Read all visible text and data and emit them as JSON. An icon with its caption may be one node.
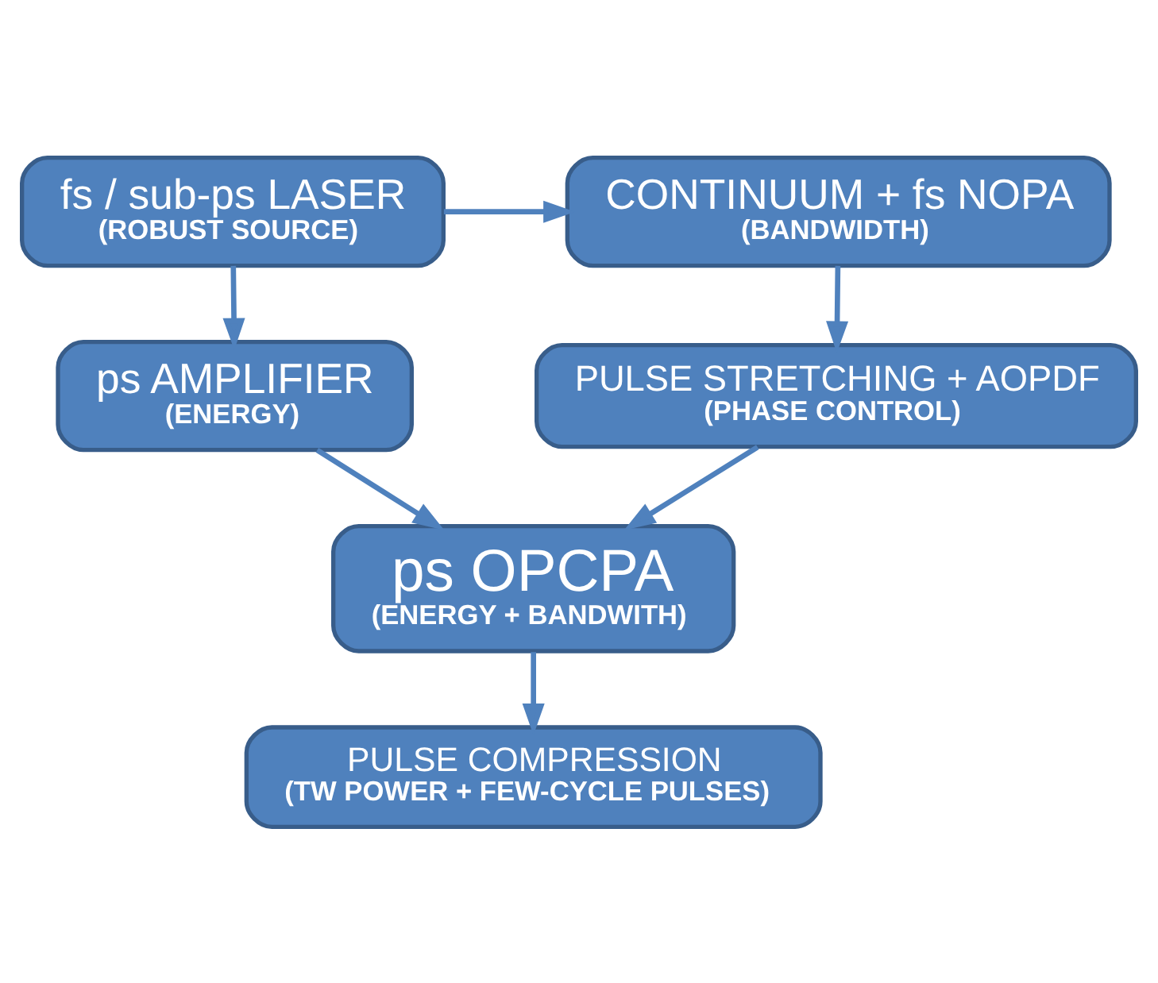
{
  "diagram": {
    "nodes": [
      {
        "text": [
          "fs / sub-ps LASER",
          "(ROBUST SOURCE)"
        ]
      },
      {
        "text": [
          "CONTINUUM + fs NOPA",
          "(BANDWIDTH)"
        ]
      },
      {
        "text": [
          "ps AMPLIFIER",
          "(ENERGY)"
        ]
      },
      {
        "text": [
          "PULSE STRETCHING + AOPDF",
          "(PHASE CONTROL)"
        ]
      },
      {
        "text": [
          "ps OPCPA",
          "(ENERGY + BANDWITH)"
        ]
      },
      {
        "text": [
          "PULSE COMPRESSION",
          "(TW POWER + FEW-CYCLE PULSES)"
        ]
      }
    ],
    "edges": [
      {
        "from": 0,
        "to": 1,
        "arrow": "to"
      },
      {
        "from": 0,
        "to": 2,
        "arrow": "to"
      },
      {
        "from": 1,
        "to": 3,
        "arrow": "to"
      },
      {
        "from": 2,
        "to": 4,
        "arrow": "to"
      },
      {
        "from": 3,
        "to": 4,
        "arrow": "to"
      },
      {
        "from": 4,
        "to": 5,
        "arrow": "to"
      }
    ]
  }
}
